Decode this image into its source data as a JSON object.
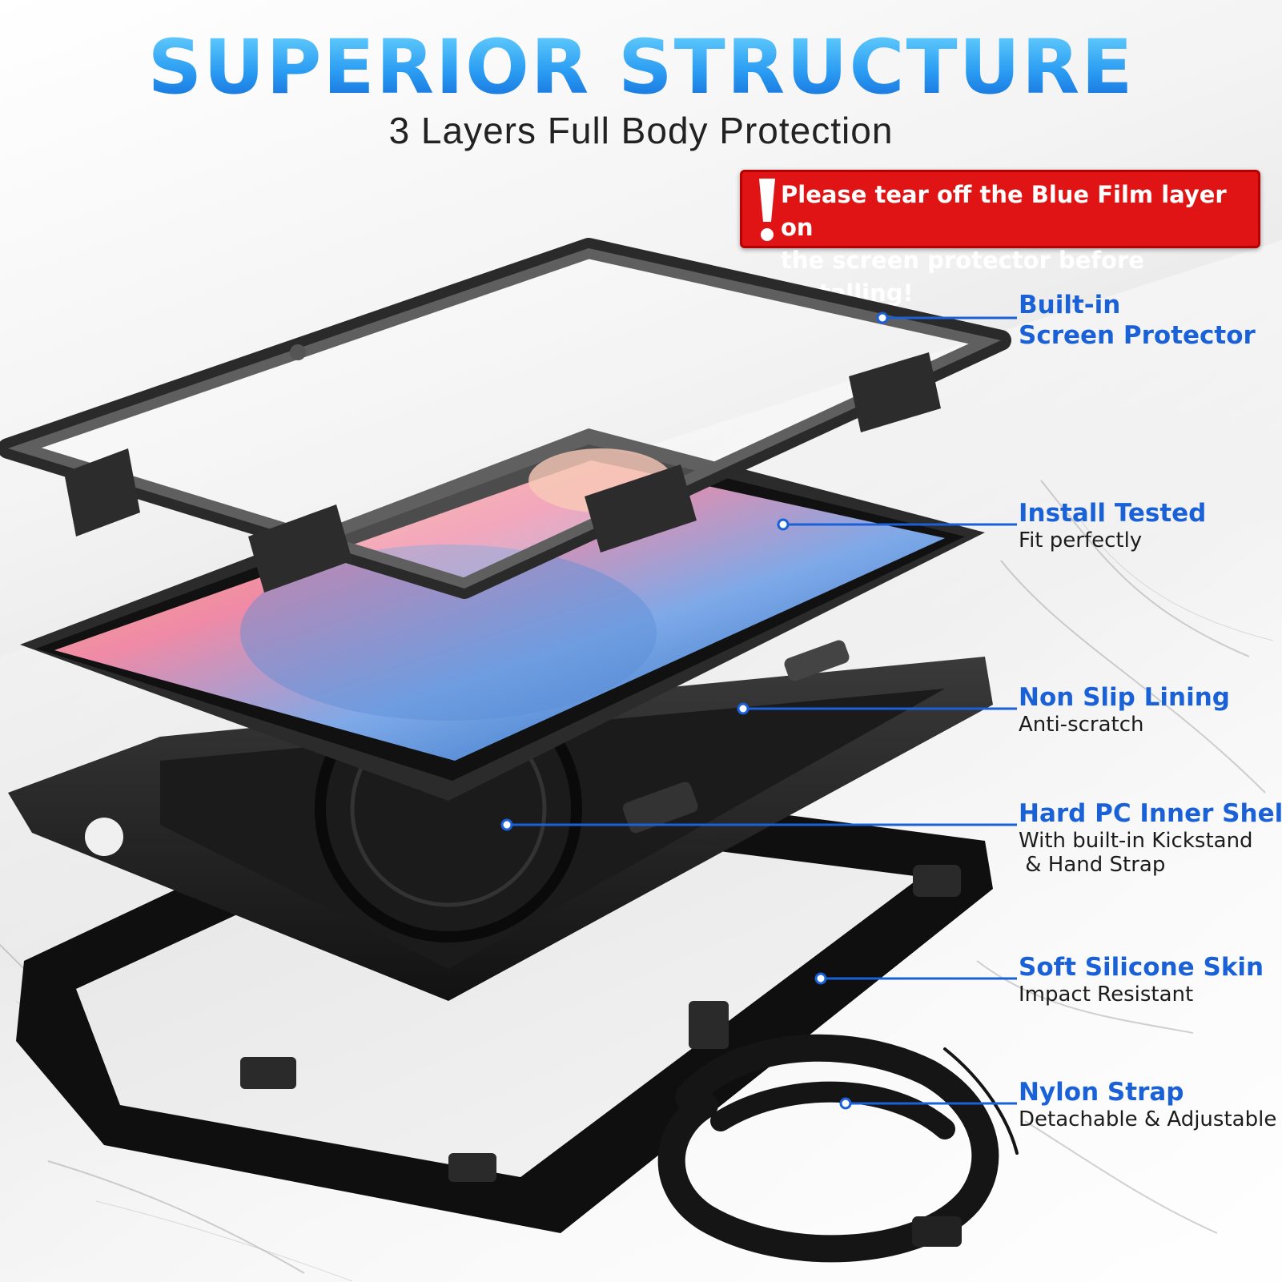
{
  "header": {
    "title": "SUPERIOR STRUCTURE",
    "subtitle": "3 Layers Full Body Protection"
  },
  "warning": {
    "line1": "Please tear off the Blue Film layer on",
    "line2": "the screen protector before installing!"
  },
  "features": [
    {
      "title_line1": "Built-in",
      "title_line2": "Screen Protector"
    },
    {
      "title": "Install Tested",
      "desc": "Fit perfectly"
    },
    {
      "title": "Non Slip Lining",
      "desc": "Anti-scratch"
    },
    {
      "title": "Hard PC Inner Shell",
      "desc_line1": "With built-in Kickstand",
      "desc_line2": " & Hand Strap"
    },
    {
      "title": "Soft Silicone Skin",
      "desc": "Impact Resistant"
    },
    {
      "title": "Nylon Strap",
      "desc": "Detachable & Adjustable"
    }
  ],
  "colors": {
    "accent": "#1a61d8",
    "warning_bg": "#e01414",
    "case": "#1d1d1d"
  }
}
